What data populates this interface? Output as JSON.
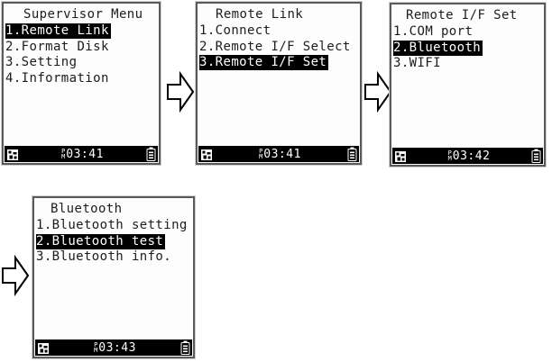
{
  "flow": {
    "arrow_icon": "right-block-arrow",
    "step_count": 4
  },
  "screens": [
    {
      "title": "Supervisor Menu",
      "items": [
        {
          "label": "1.Remote Link",
          "selected": true
        },
        {
          "label": "2.Format Disk",
          "selected": false
        },
        {
          "label": "3.Setting",
          "selected": false
        },
        {
          "label": "4.Information",
          "selected": false
        }
      ],
      "status_bar": {
        "left_icon": "input-mode-icon",
        "meridiem_top": "P",
        "meridiem_bottom": "M",
        "time": "03:41",
        "right_icon": "battery-icon"
      }
    },
    {
      "title": "Remote Link",
      "items": [
        {
          "label": "1.Connect",
          "selected": false
        },
        {
          "label": "2.Remote I/F Select",
          "selected": false
        },
        {
          "label": "3.Remote I/F Set",
          "selected": true
        }
      ],
      "status_bar": {
        "left_icon": "input-mode-icon",
        "meridiem_top": "P",
        "meridiem_bottom": "M",
        "time": "03:41",
        "right_icon": "battery-icon"
      }
    },
    {
      "title": "Remote I/F Set",
      "items": [
        {
          "label": "1.COM port",
          "selected": false
        },
        {
          "label": "2.Bluetooth",
          "selected": true
        },
        {
          "label": "3.WIFI",
          "selected": false
        }
      ],
      "status_bar": {
        "left_icon": "input-mode-icon",
        "meridiem_top": "P",
        "meridiem_bottom": "M",
        "time": "03:42",
        "right_icon": "battery-icon"
      }
    },
    {
      "title": "Bluetooth",
      "items": [
        {
          "label": "1.Bluetooth setting",
          "selected": false
        },
        {
          "label": "2.Bluetooth test",
          "selected": true
        },
        {
          "label": "3.Bluetooth info.",
          "selected": false
        }
      ],
      "status_bar": {
        "left_icon": "input-mode-icon",
        "meridiem_top": "P",
        "meridiem_bottom": "M",
        "time": "03:43",
        "right_icon": "battery-icon"
      }
    }
  ]
}
